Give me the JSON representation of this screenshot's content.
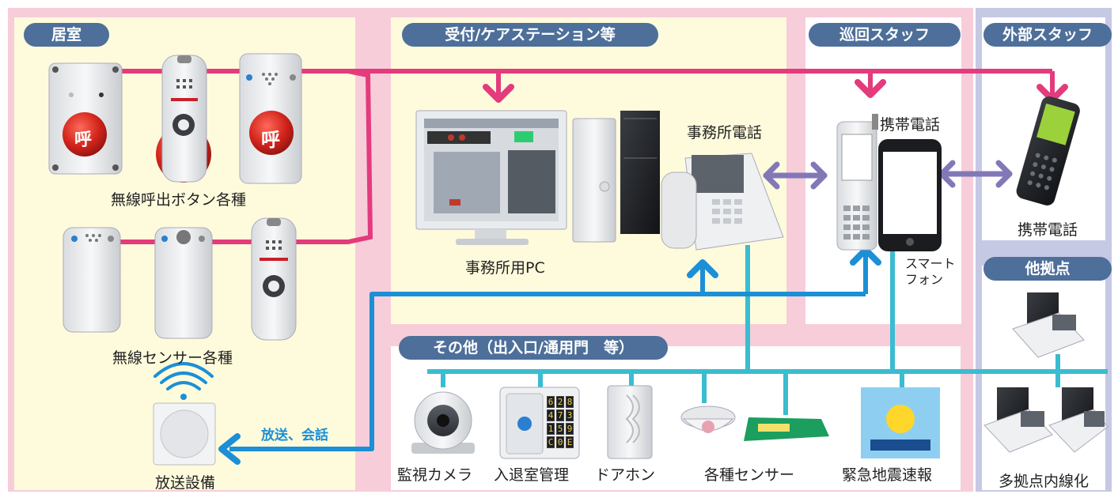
{
  "sections": {
    "room": "居室",
    "reception": "受付/ケアステーション等",
    "patrol": "巡回スタッフ",
    "external": "外部スタッフ",
    "other_sites": "他拠点",
    "others": "その他（出入口/通用門　等）"
  },
  "devices": {
    "call_buttons": "無線呼出ボタン各種",
    "call_glyph": "呼",
    "sensors": "無線センサー各種",
    "broadcast_equipment": "放送設備",
    "broadcast_talk": "放送、会話",
    "office_pc": "事務所用PC",
    "office_phone": "事務所電話",
    "mobile_phone": "携帯電話",
    "smartphone_line1": "スマート",
    "smartphone_line2": "フォン",
    "external_mobile": "携帯電話",
    "multi_site": "多拠点内線化",
    "camera": "監視カメラ",
    "access_control": "入退室管理",
    "door_phone": "ドアホン",
    "various_sensors": "各種センサー",
    "earthquake_alert": "緊急地震速報"
  },
  "keypad": [
    "6",
    "2",
    "8",
    "4",
    "7",
    "3",
    "1",
    "5",
    "9",
    "C",
    "0",
    "E"
  ],
  "colors": {
    "pink_zone": "#f7cdd9",
    "yellow_zone": "#fefbdc",
    "lavender_zone": "#c6c9e4",
    "pill": "#4d6f9a",
    "pink_line": "#e33b7c",
    "cyan_line": "#3bbcd0",
    "blue_arrow": "#1c8fd6",
    "purple_arrow": "#8278b8"
  }
}
